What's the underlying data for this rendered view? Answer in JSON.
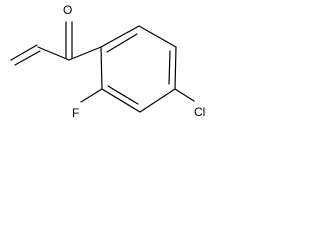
{
  "molecule": {
    "atoms": {
      "oxygen": "O",
      "fluorine": "F",
      "chlorine": "Cl"
    },
    "colors": {
      "bond": "#000000",
      "label": "#000000",
      "background": "#ffffff"
    }
  }
}
